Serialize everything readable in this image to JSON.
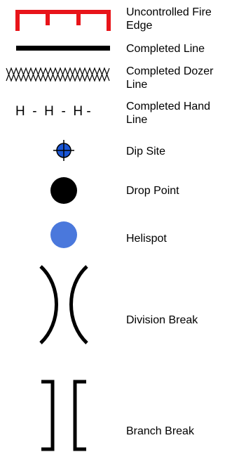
{
  "legend": {
    "items": [
      {
        "id": "uncontrolled-fire-edge",
        "label": "Uncontrolled Fire\nEdge",
        "color": "#e8141a"
      },
      {
        "id": "completed-line",
        "label": "Completed Line",
        "color": "#000000"
      },
      {
        "id": "completed-dozer-line",
        "label": "Completed Dozer\nLine",
        "color": "#000000"
      },
      {
        "id": "completed-hand-line",
        "label": "Completed Hand\nLine",
        "symbol_text": "H  -  H  -  H -"
      },
      {
        "id": "dip-site",
        "label": "Dip Site",
        "color": "#1a56d6"
      },
      {
        "id": "drop-point",
        "label": "Drop Point",
        "color": "#000000"
      },
      {
        "id": "helispot",
        "label": "Helispot",
        "color": "#4a78dc"
      },
      {
        "id": "division-break",
        "label": "Division Break",
        "color": "#000000"
      },
      {
        "id": "branch-break",
        "label": "Branch Break",
        "color": "#000000"
      }
    ]
  }
}
